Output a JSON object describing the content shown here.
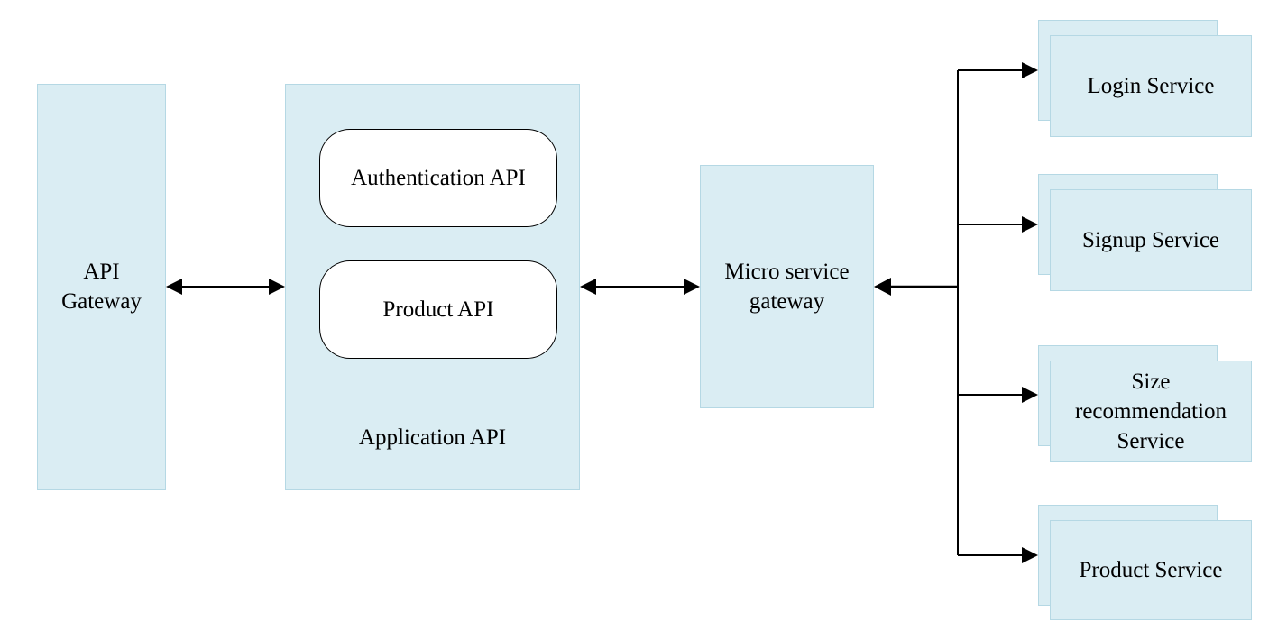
{
  "api_gateway": {
    "line1": "API",
    "line2": "Gateway"
  },
  "application_api": {
    "title": "Application API",
    "items": [
      {
        "label": "Authentication API"
      },
      {
        "label": "Product API"
      }
    ]
  },
  "micro_service_gateway": {
    "line1": "Micro service",
    "line2": "gateway"
  },
  "services": [
    {
      "lines": [
        "Login Service"
      ]
    },
    {
      "lines": [
        "Signup Service"
      ]
    },
    {
      "lines": [
        "Size",
        "recommendation",
        "Service"
      ]
    },
    {
      "lines": [
        "Product Service"
      ]
    }
  ],
  "colors": {
    "box_fill": "#daedf3",
    "box_border": "#b5d8e4",
    "line": "#000000"
  }
}
